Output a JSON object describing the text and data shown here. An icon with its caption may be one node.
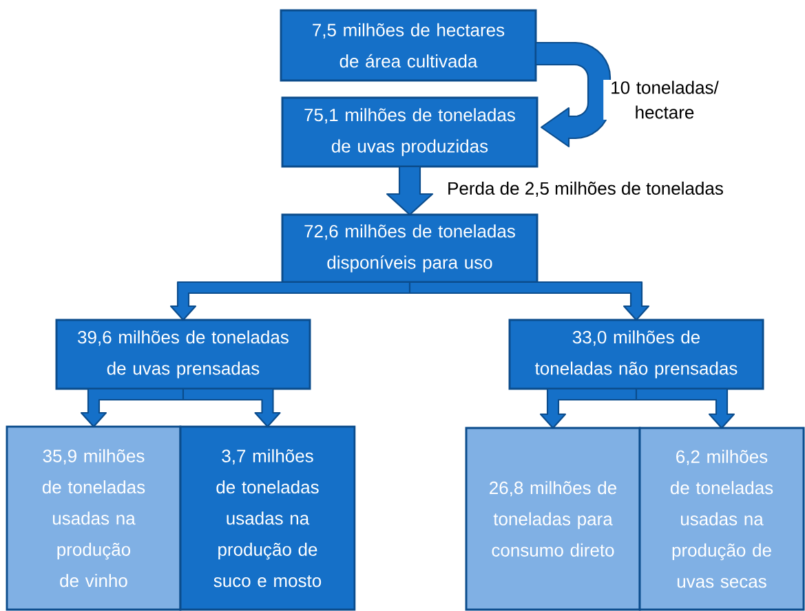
{
  "diagram": {
    "nodes": [
      {
        "text": [
          "7,5 milhões de hectares de área cultivada"
        ]
      },
      {
        "text": [
          "75,1 milhões de toneladas de uvas produzidas"
        ]
      },
      {
        "text": [
          "72,6 milhões de toneladas disponíveis para uso"
        ]
      },
      {
        "text": [
          "39,6 milhões de toneladas de uvas prensadas"
        ]
      },
      {
        "text": [
          "33,0 milhões de toneladas não prensadas"
        ]
      },
      {
        "text": [
          "35,9 milhões de toneladas usadas na produção de vinho"
        ]
      },
      {
        "text": [
          "3,7 milhões de toneladas usadas na produção de suco e mosto"
        ]
      },
      {
        "text": [
          "26,8 milhões de toneladas para consumo direto"
        ]
      },
      {
        "text": [
          "6,2 milhões de toneladas usadas na produção de uvas secas"
        ]
      }
    ],
    "edges": [
      {
        "from": 0,
        "to": 1,
        "arrow": "to",
        "label": "10 toneladas/ hectare"
      },
      {
        "from": 1,
        "to": 2,
        "arrow": "to",
        "label": "Perda de 2,5 milhões de toneladas"
      },
      {
        "from": 2,
        "to": 3,
        "arrow": "to"
      },
      {
        "from": 2,
        "to": 4,
        "arrow": "to"
      },
      {
        "from": 3,
        "to": 5,
        "arrow": "to"
      },
      {
        "from": 3,
        "to": 6,
        "arrow": "to"
      },
      {
        "from": 4,
        "to": 7,
        "arrow": "to"
      },
      {
        "from": 4,
        "to": 8,
        "arrow": "to"
      }
    ]
  }
}
